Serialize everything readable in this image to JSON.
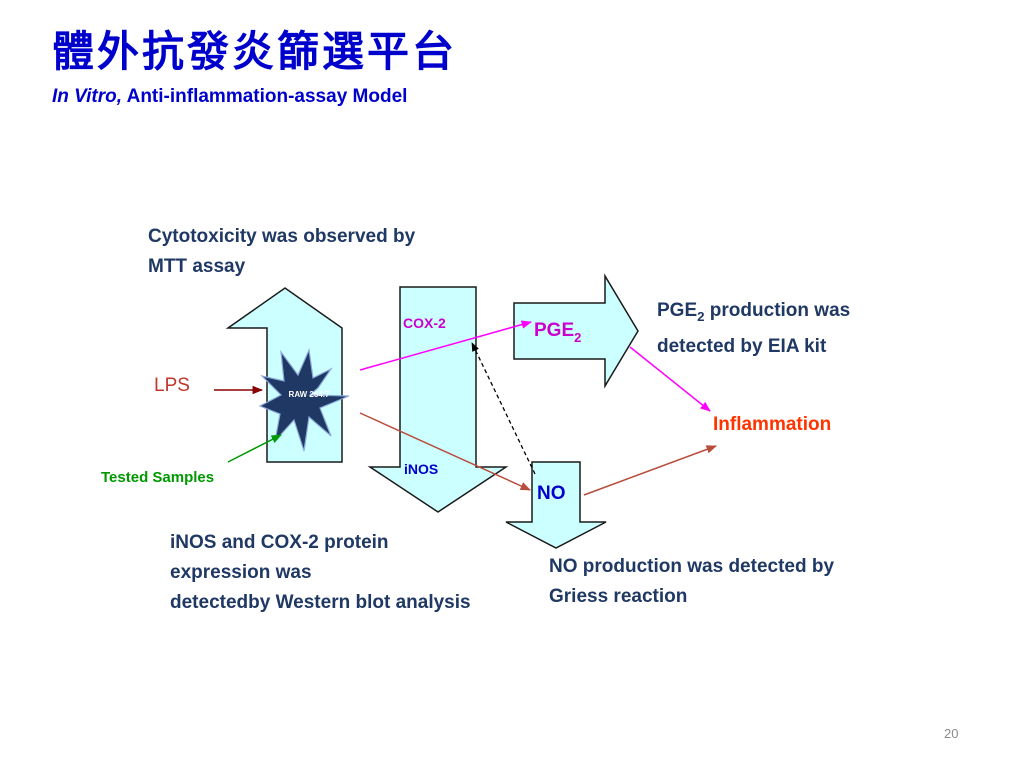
{
  "slide": {
    "title": "體外抗發炎篩選平台",
    "subtitle_italic": "In Vitro,",
    "subtitle_rest": " Anti-inflammation-assay Model",
    "page_number": "20"
  },
  "colors": {
    "title": "#0000cc",
    "note_text": "#1f3864",
    "arrow_fill": "#ccffff",
    "arrow_stroke": "#1a1a1a",
    "star_fill": "#1f3864",
    "lps_text": "#c0392b",
    "lps_arrow": "#8b0000",
    "samples": "#009900",
    "cox2_text": "#cc00cc",
    "pge2_text": "#cc00cc",
    "inos_text": "#0000cc",
    "no_text": "#0000cc",
    "inflammation_text": "#ff3300",
    "magenta_arrow": "#ff00ff",
    "brown_arrow": "#b94c3c",
    "dashed_arrow": "#000000"
  },
  "labels": {
    "cytotoxicity_line1": "Cytotoxicity was observed by",
    "cytotoxicity_line2": "MTT assay",
    "lps": "LPS",
    "raw_cell": "RAW 264.7",
    "tested_samples": "Tested Samples",
    "cox2": "COX-2",
    "inos": "iNOS",
    "pge2_main": "PGE",
    "pge2_sub": "2",
    "no": "NO",
    "inflammation": "Inflammation",
    "pge2_note_line1_main": "PGE",
    "pge2_note_line1_sub": "2",
    "pge2_note_line1_rest": " production was",
    "pge2_note_line2": "detected by EIA kit",
    "inos_note_line1": "iNOS and COX-2 protein",
    "inos_note_line2": "expression was",
    "inos_note_line3": "detectedby Western blot analysis",
    "no_note_line1": "NO production was detected by",
    "no_note_line2": "Griess reaction"
  }
}
